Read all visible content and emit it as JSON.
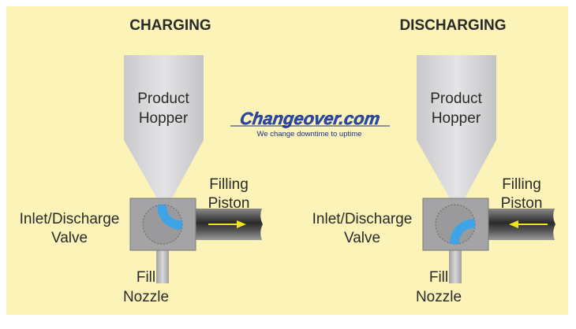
{
  "panels": [
    {
      "title": "CHARGING",
      "hopper": [
        "Product",
        "Hopper"
      ],
      "piston": [
        "Filling",
        "Piston"
      ],
      "valve": [
        "Inlet/Discharge",
        "Valve"
      ],
      "nozzle": [
        "Fill",
        "Nozzle"
      ],
      "flow": "right"
    },
    {
      "title": "DISCHARGING",
      "hopper": [
        "Product",
        "Hopper"
      ],
      "piston": [
        "Filling",
        "Piston"
      ],
      "valve": [
        "Inlet/Discharge",
        "Valve"
      ],
      "nozzle": [
        "Fill",
        "Nozzle"
      ],
      "flow": "left"
    }
  ],
  "logo": {
    "name": "Changeover.com",
    "tagline": "We change downtime to uptime"
  },
  "colors": {
    "background": "#fcf3b8",
    "metal": "#a4a4a6",
    "blue": "#3ea4e6",
    "arrow": "#f2e41a",
    "logo": "#2a4aa8"
  }
}
